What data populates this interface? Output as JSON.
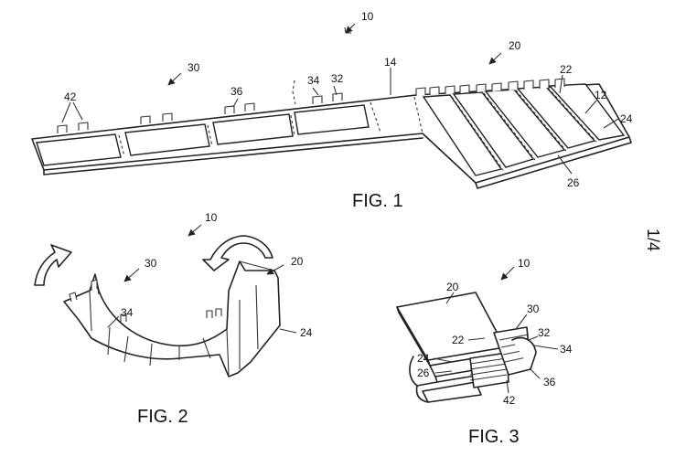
{
  "figures": {
    "fig1": {
      "label": "FIG. 1",
      "refs": {
        "r10": "10",
        "r20": "20",
        "r30": "30",
        "r42": "42",
        "r36": "36",
        "r34": "34",
        "r32": "32",
        "r14": "14",
        "r22": "22",
        "r12": "12",
        "r24": "24",
        "r26": "26"
      }
    },
    "fig2": {
      "label": "FIG. 2",
      "refs": {
        "r10": "10",
        "r30": "30",
        "r20": "20",
        "r34": "34",
        "r24": "24"
      }
    },
    "fig3": {
      "label": "FIG. 3",
      "refs": {
        "r10": "10",
        "r20": "20",
        "r30": "30",
        "r32": "32",
        "r22": "22",
        "r34": "34",
        "r24": "24",
        "r26": "26",
        "r36": "36",
        "r42": "42"
      }
    }
  },
  "sheet_number": "1/4"
}
